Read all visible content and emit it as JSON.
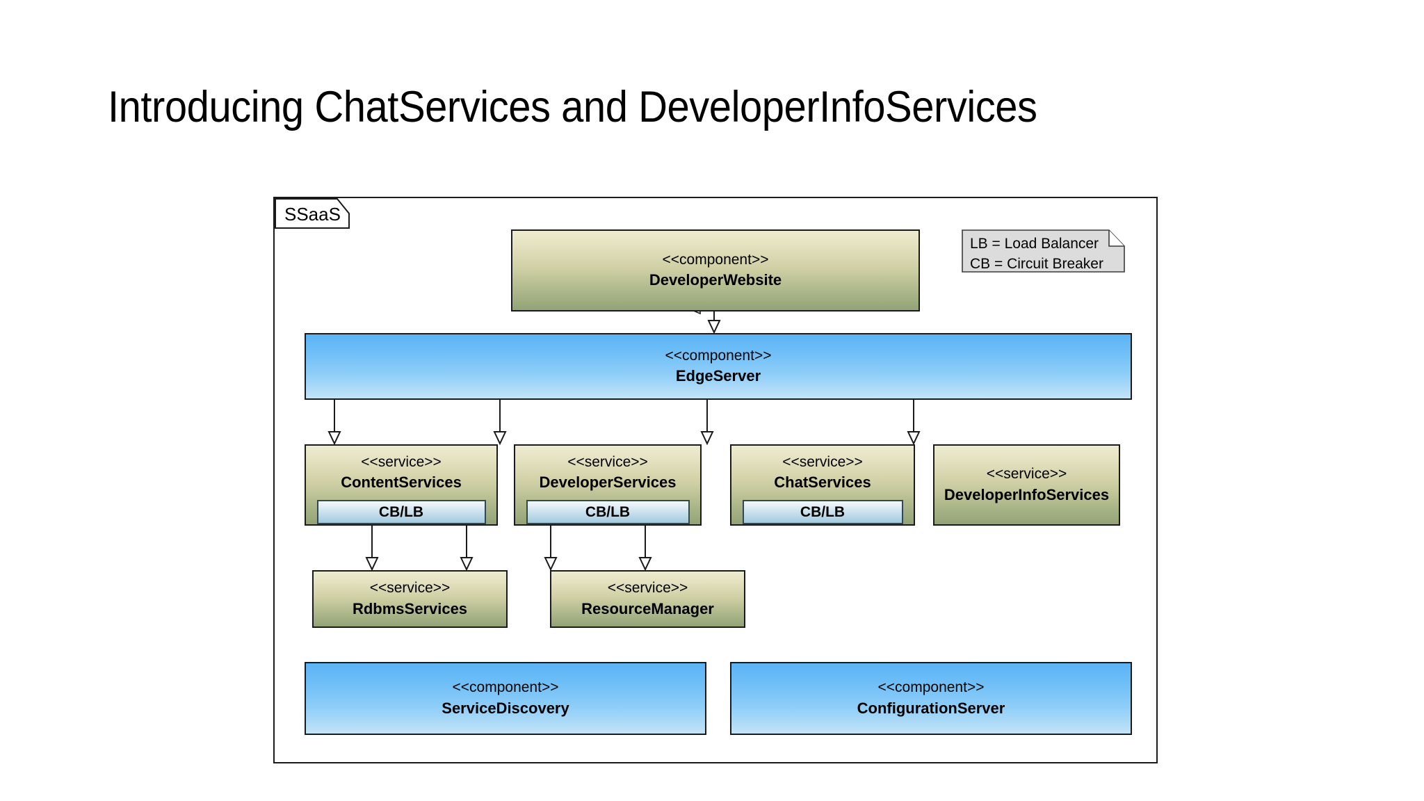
{
  "slide": {
    "title": "Introducing ChatServices and DeveloperInfoServices"
  },
  "frame": {
    "label": "SSaaS"
  },
  "legend": {
    "name": "legend-note",
    "lines": [
      "LB = Load Balancer",
      "CB = Circuit Breaker"
    ]
  },
  "nodes": {
    "developer_website": {
      "stereotype": "<<component>>",
      "name": "DeveloperWebsite",
      "style": "olive"
    },
    "edge_server": {
      "stereotype": "<<component>>",
      "name": "EdgeServer",
      "style": "blue"
    },
    "content_services": {
      "stereotype": "<<service>>",
      "name": "ContentServices",
      "style": "olive",
      "inner": "CB/LB"
    },
    "developer_services": {
      "stereotype": "<<service>>",
      "name": "DeveloperServices",
      "style": "olive",
      "inner": "CB/LB"
    },
    "chat_services": {
      "stereotype": "<<service>>",
      "name": "ChatServices",
      "style": "olive",
      "inner": "CB/LB"
    },
    "developer_info_services": {
      "stereotype": "<<service>>",
      "name": "DeveloperInfoServices",
      "style": "olive"
    },
    "rdbms_services": {
      "stereotype": "<<service>>",
      "name": "RdbmsServices",
      "style": "olive"
    },
    "resource_manager": {
      "stereotype": "<<service>>",
      "name": "ResourceManager",
      "style": "olive"
    },
    "service_discovery": {
      "stereotype": "<<component>>",
      "name": "ServiceDiscovery",
      "style": "blue"
    },
    "configuration_server": {
      "stereotype": "<<component>>",
      "name": "ConfigurationServer",
      "style": "blue"
    }
  },
  "colors": {
    "olive_top": "#eeecd0",
    "olive_bottom": "#93a376",
    "blue_top": "#5bb4f5",
    "blue_bottom": "#c4e4f8",
    "cblb_top": "#f3f8fb",
    "cblb_bottom": "#a2cade",
    "outline": "#1a1a1a",
    "note_fill": "#dcdcdc",
    "background": "#ffffff"
  },
  "connections": [
    {
      "from": "developer_website",
      "to": "edge_server",
      "kind": "dependency-arrow"
    },
    {
      "from": "edge_server",
      "to": "content_services",
      "kind": "dependency-arrow"
    },
    {
      "from": "edge_server",
      "to": "developer_services",
      "kind": "dependency-arrow"
    },
    {
      "from": "edge_server",
      "to": "chat_services",
      "kind": "dependency-arrow"
    },
    {
      "from": "edge_server",
      "to": "developer_info_services",
      "kind": "dependency-arrow"
    },
    {
      "from": "content_services",
      "to": "rdbms_services",
      "kind": "dependency-arrow"
    },
    {
      "from": "developer_services",
      "to": "rdbms_services",
      "kind": "dependency-arrow"
    },
    {
      "from": "developer_services",
      "to": "resource_manager",
      "kind": "dependency-arrow"
    },
    {
      "from": "chat_services",
      "to": "resource_manager",
      "kind": "dependency-arrow"
    }
  ]
}
